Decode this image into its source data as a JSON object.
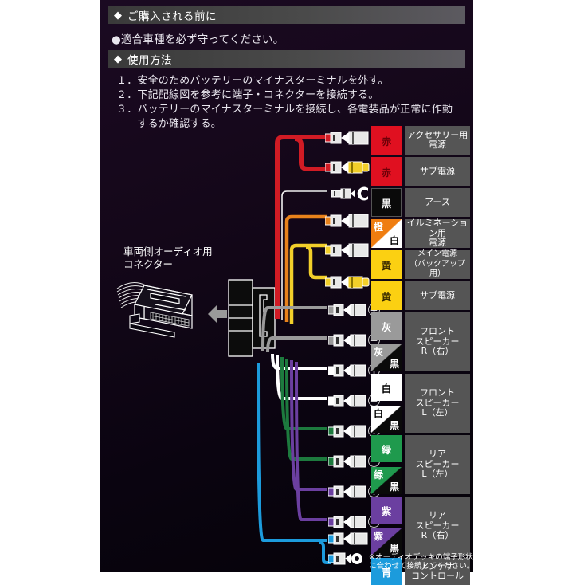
{
  "page": {
    "bg_color": "#ffffff",
    "panel_color": "#160a1c"
  },
  "sections": [
    {
      "id": "before-purchase",
      "header_marker": "◆",
      "header": "ご購入される前に",
      "bullets": [
        "●適合車種を必ず守ってください。"
      ]
    },
    {
      "id": "how-to-use",
      "header_marker": "◆",
      "header": "使用方法",
      "steps": [
        "１．安全のためバッテリーのマイナスターミナルを外す。",
        "２．下記配線図を参考に端子・コネクターを接続する。",
        "３．バッテリーのマイナスターミナルを接続し、各電装品が正常に作動",
        "　　するか確認する。"
      ]
    }
  ],
  "diagram": {
    "connector_label_line1": "車両側オーディオ用",
    "connector_label_line2": "コネクター",
    "arrow_direction": "left",
    "arrow_color": "#9a9a9a"
  },
  "legend": {
    "footnote_line1": "※オーディオデッキの端子形状",
    "footnote_line2": "に合わせて接続してください。",
    "rows": [
      {
        "id": "accessory-power",
        "chips": [
          {
            "label": "赤",
            "bg": "#e01020",
            "fg": "#6d0008",
            "type": "solid"
          }
        ],
        "desc": "アクセサリー用\n電源",
        "wire_color": "#d11b24",
        "terminal": "female-blade",
        "polarity": null
      },
      {
        "id": "sub-power-red",
        "chips": [
          {
            "label": "赤",
            "bg": "#e01020",
            "fg": "#6d0008",
            "type": "solid"
          }
        ],
        "desc": "サブ電源",
        "wire_color": "#d11b24",
        "terminal": "yellow-cap",
        "polarity": null
      },
      {
        "id": "ground",
        "chips": [
          {
            "label": "黒",
            "bg": "#0a0a0a",
            "fg": "#ffffff",
            "type": "solid"
          }
        ],
        "desc": "アース",
        "wire_color": "#e8e8e8",
        "terminal": "fork",
        "polarity": null
      },
      {
        "id": "illumination-power",
        "chips": [
          {
            "label": "橙",
            "sub": "白",
            "bg": "#ef7d10",
            "bg2": "#ffffff",
            "fg": "#ffffff",
            "fg2": "#000000",
            "type": "diagonal"
          }
        ],
        "desc": "イルミネーション用\n電源",
        "wire_color": "#e8821b",
        "terminal": "female-blade",
        "polarity": null
      },
      {
        "id": "main-power-backup",
        "chips": [
          {
            "label": "黄",
            "bg": "#fbd012",
            "fg": "#3a2c00",
            "type": "solid"
          }
        ],
        "desc": "メイン電源\n（バックアップ用）",
        "wire_color": "#f2cf2a",
        "terminal": "female-blade",
        "polarity": null
      },
      {
        "id": "sub-power-yellow",
        "chips": [
          {
            "label": "黄",
            "bg": "#fbd012",
            "fg": "#3a2c00",
            "type": "solid"
          }
        ],
        "desc": "サブ電源",
        "wire_color": "#f2cf2a",
        "terminal": "yellow-cap",
        "polarity": null
      },
      {
        "id": "front-speaker-right",
        "chips": [
          {
            "label": "灰",
            "bg": "#9a9a9a",
            "fg": "#ffffff",
            "type": "solid"
          },
          {
            "label": "灰",
            "sub": "黒",
            "bg": "#9a9a9a",
            "bg2": "#0a0a0a",
            "fg": "#ffffff",
            "fg2": "#ffffff",
            "type": "diagonal"
          }
        ],
        "desc": "フロント\nスピーカー\nR（右）",
        "wire_color": "#9a9a9a",
        "terminal": "female-blade",
        "polarity": [
          "+",
          "−"
        ]
      },
      {
        "id": "front-speaker-left",
        "chips": [
          {
            "label": "白",
            "bg": "#ffffff",
            "fg": "#000000",
            "type": "solid"
          },
          {
            "label": "白",
            "sub": "黒",
            "bg": "#ffffff",
            "bg2": "#0a0a0a",
            "fg": "#000000",
            "fg2": "#ffffff",
            "type": "diagonal"
          }
        ],
        "desc": "フロント\nスピーカー\nL（左）",
        "wire_color": "#ffffff",
        "terminal": "female-blade",
        "polarity": [
          "+",
          "−"
        ]
      },
      {
        "id": "rear-speaker-left",
        "chips": [
          {
            "label": "緑",
            "bg": "#1f9a4d",
            "fg": "#ffffff",
            "type": "solid"
          },
          {
            "label": "緑",
            "sub": "黒",
            "bg": "#1f9a4d",
            "bg2": "#0a0a0a",
            "fg": "#ffffff",
            "fg2": "#ffffff",
            "type": "diagonal"
          }
        ],
        "desc": "リア\nスピーカー\nL（左）",
        "wire_color": "#1d7a3e",
        "terminal": "female-blade",
        "polarity": [
          "+",
          "−"
        ]
      },
      {
        "id": "rear-speaker-right",
        "chips": [
          {
            "label": "紫",
            "bg": "#6b3fa0",
            "fg": "#ffffff",
            "type": "solid"
          },
          {
            "label": "紫",
            "sub": "黒",
            "bg": "#6b3fa0",
            "bg2": "#0a0a0a",
            "fg": "#ffffff",
            "fg2": "#ffffff",
            "type": "diagonal"
          }
        ],
        "desc": "リア\nスピーカー\nR（右）",
        "wire_color": "#6b3fa0",
        "terminal": "female-blade",
        "polarity": [
          "+",
          "−"
        ]
      },
      {
        "id": "antenna-control",
        "chips": [
          {
            "label": "青",
            "bg": "#1c9bdc",
            "fg": "#ffffff",
            "type": "solid"
          }
        ],
        "desc": "アンテナ\nコントロール",
        "wire_color": "#1c9bdc",
        "terminal": "female-blade",
        "polarity": null
      }
    ]
  }
}
